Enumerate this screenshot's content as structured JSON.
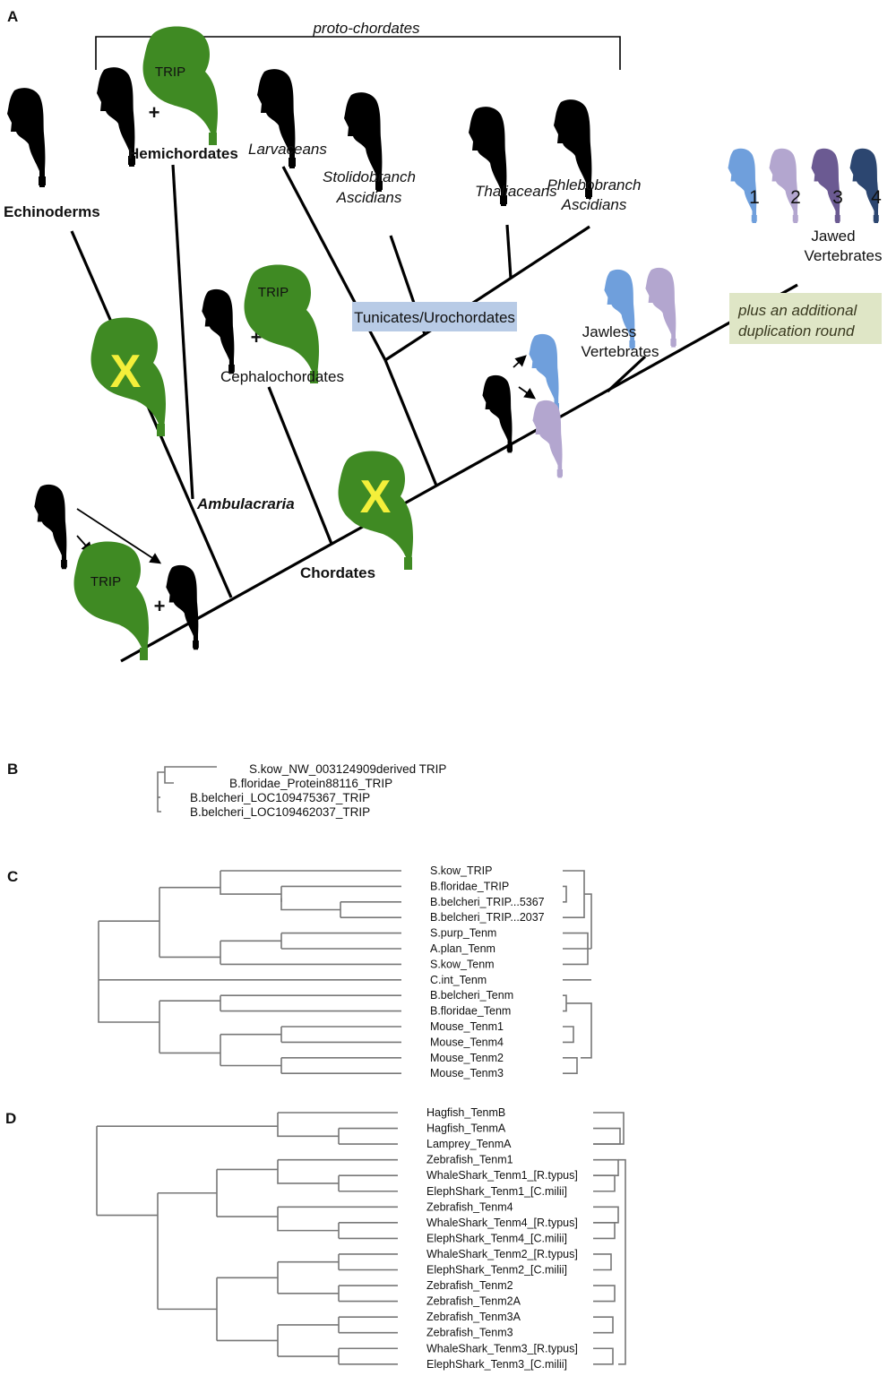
{
  "panels": {
    "a": "A",
    "b": "B",
    "c": "C",
    "d": "D"
  },
  "panel_a": {
    "bracket_label": "proto-chordates",
    "taxa": {
      "echinoderms": "Echinoderms",
      "hemichordates": "Hemichordates",
      "larvaceans": "Larvaceans",
      "stolidobranch_1": "Stolidobranch",
      "stolidobranch_2": "Ascidians",
      "thaliaceans": "Thaliaceans",
      "phlebobranch_1": "Phlebobranch",
      "phlebobranch_2": "Ascidians",
      "cephalochordates": "Cephalochordates",
      "ambulacraria": "Ambulacraria",
      "chordates": "Chordates",
      "jawless_1": "Jawless",
      "jawless_2": "Vertebrates",
      "jawed_1": "Jawed",
      "jawed_2": "Vertebrates"
    },
    "tunicates_label": "Tunicates/Urochordates",
    "duplication_note_1": "plus an additional",
    "duplication_note_2": "duplication round",
    "trip_label": "TRIP",
    "plus": "+",
    "loss_mark": "X",
    "paralog_numbers": [
      "1",
      "2",
      "3",
      "4"
    ],
    "colors": {
      "ancestral_teneurin": "#000000",
      "trip": "#3f8a23",
      "loss_x": "#f4ef3a",
      "tenm_1": "#6f9fdc",
      "tenm_2": "#b3a6cf",
      "tenm_3": "#6b5a92",
      "tenm_4": "#2c4670",
      "tunicates_box": "#b8cbe6",
      "note_box": "#dfe6c6"
    }
  },
  "panel_b": {
    "leaves": [
      "S.kow_NW_003124909derived  TRIP",
      "B.floridae_Protein88116_TRIP",
      "B.belcheri_LOC109475367_TRIP",
      "B.belcheri_LOC109462037_TRIP"
    ]
  },
  "panel_c": {
    "leaves": [
      "S.kow_TRIP",
      "B.floridae_TRIP",
      "B.belcheri_TRIP...5367",
      "B.belcheri_TRIP...2037",
      "S.purp_Tenm",
      "A.plan_Tenm",
      "S.kow_Tenm",
      "C.int_Tenm",
      "B.belcheri_Tenm",
      "B.floridae_Tenm",
      "Mouse_Tenm1",
      "Mouse_Tenm4",
      "Mouse_Tenm2",
      "Mouse_Tenm3"
    ]
  },
  "panel_d": {
    "leaves": [
      "Hagfish_TenmB",
      "Hagfish_TenmA",
      "Lamprey_TenmA",
      "Zebrafish_Tenm1",
      "WhaleShark_Tenm1_[R.typus]",
      "ElephShark_Tenm1_[C.milii]",
      "Zebrafish_Tenm4",
      "WhaleShark_Tenm4_[R.typus]",
      "ElephShark_Tenm4_[C.milii]",
      "WhaleShark_Tenm2_[R.typus]",
      "ElephShark_Tenm2_[C.milii]",
      "Zebrafish_Tenm2",
      "Zebrafish_Tenm2A",
      "Zebrafish_Tenm3A",
      "Zebrafish_Tenm3",
      "WhaleShark_Tenm3_[R.typus]",
      "ElephShark_Tenm3_[C.milii]"
    ]
  }
}
